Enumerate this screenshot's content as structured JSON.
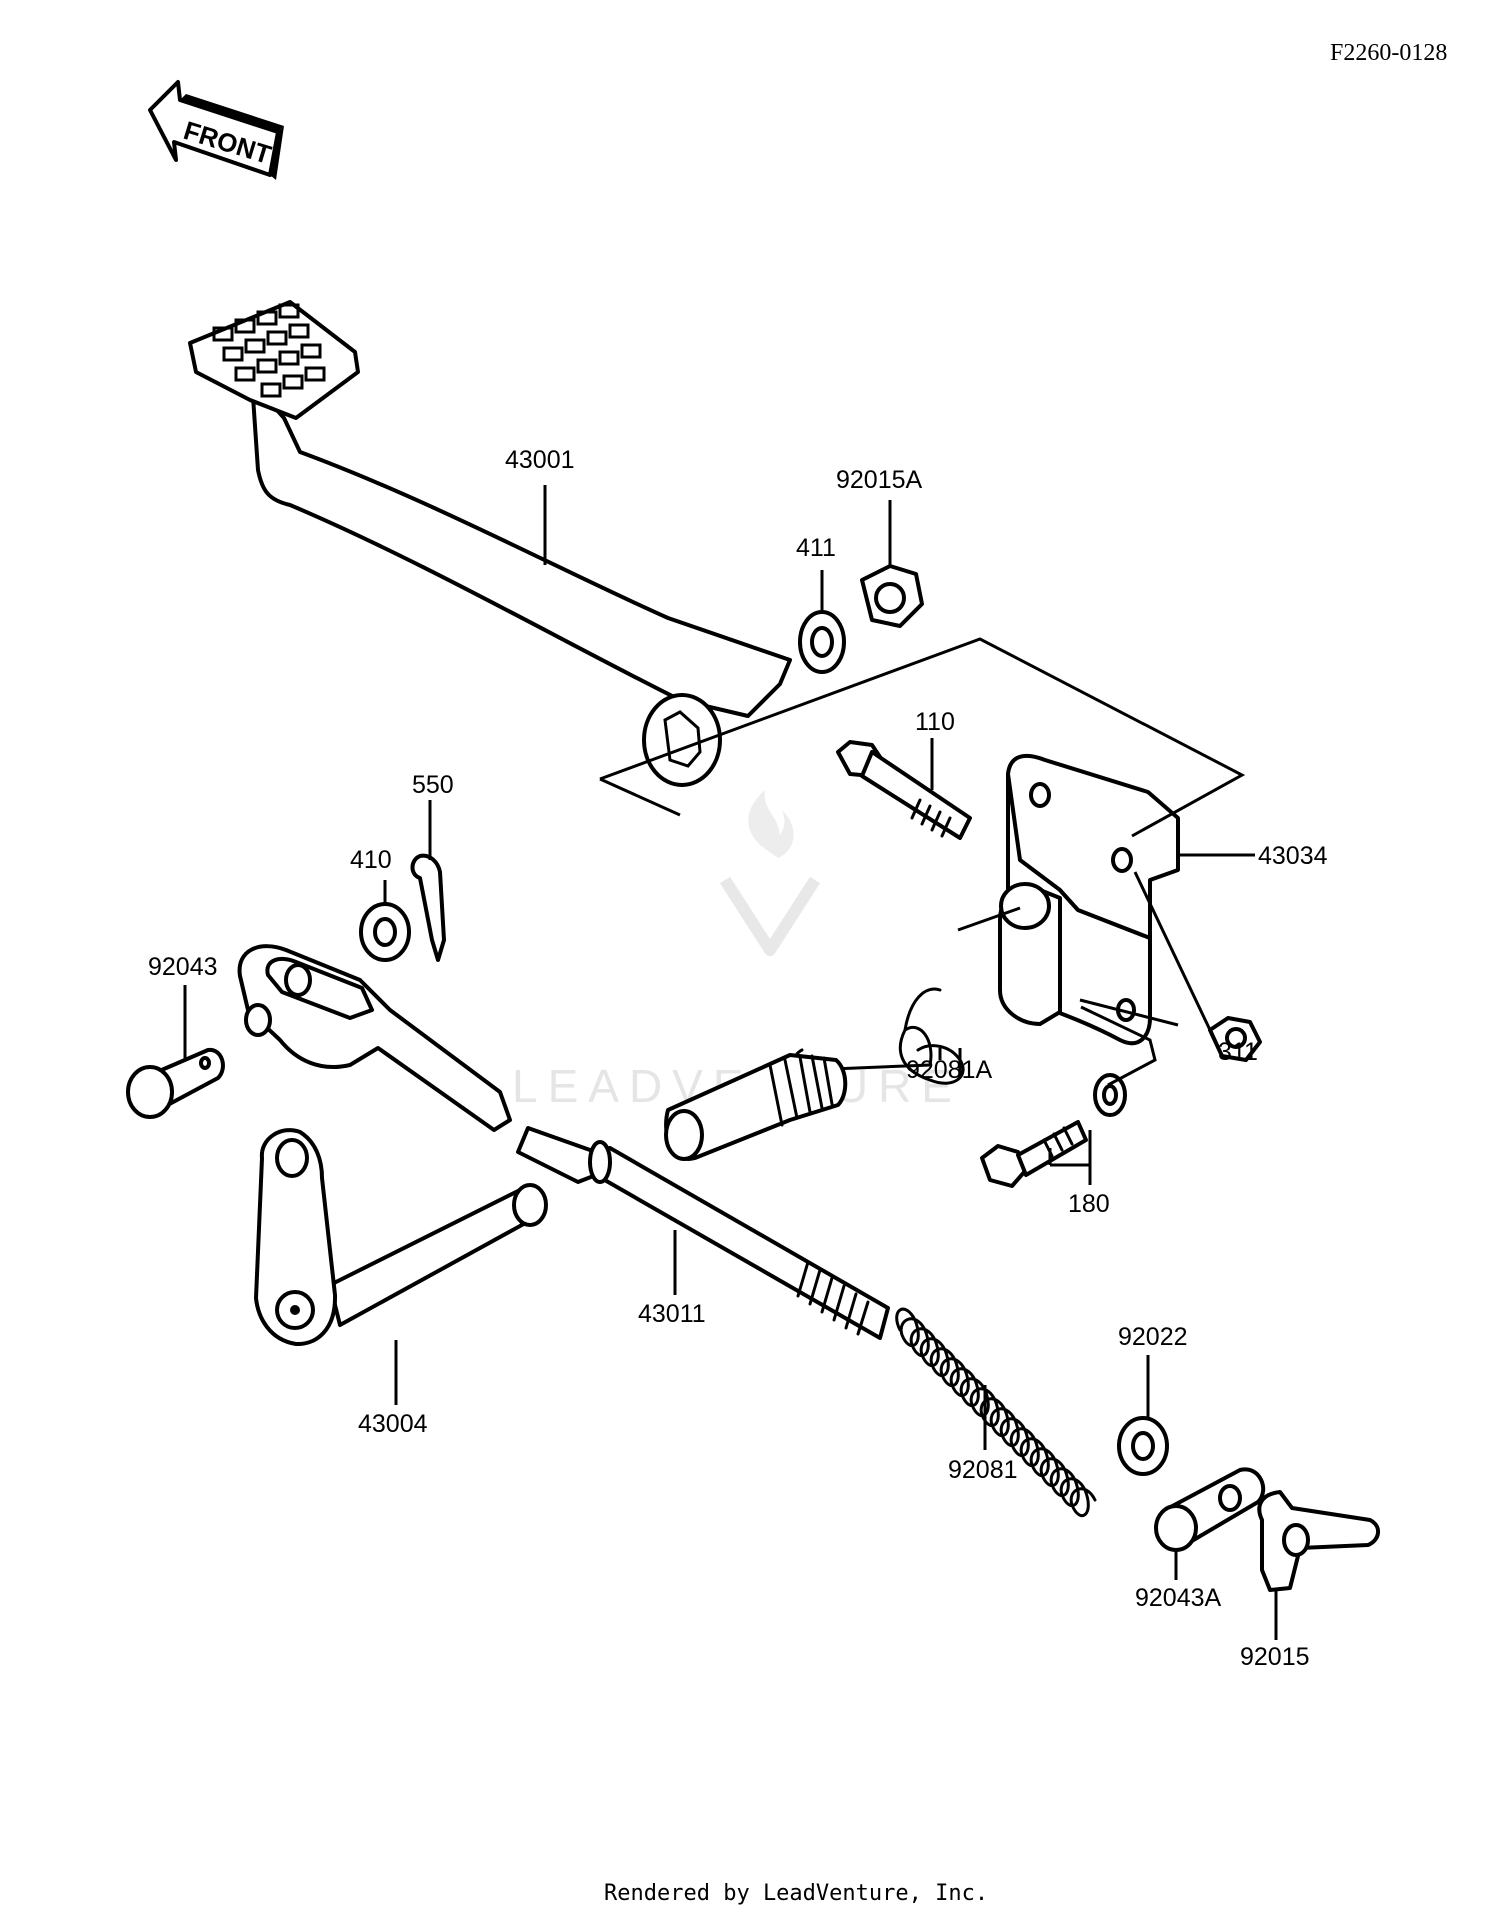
{
  "document_id": "F2260-0128",
  "front_label": "FRONT",
  "watermark": "LEADVENTURE",
  "footer": "Rendered by LeadVenture, Inc.",
  "parts": [
    {
      "label": "43001"
    },
    {
      "label": "92015A"
    },
    {
      "label": "411"
    },
    {
      "label": "110"
    },
    {
      "label": "43034"
    },
    {
      "label": "550"
    },
    {
      "label": "410"
    },
    {
      "label": "92043"
    },
    {
      "label": "92081A"
    },
    {
      "label": "311"
    },
    {
      "label": "180"
    },
    {
      "label": "43011"
    },
    {
      "label": "43004"
    },
    {
      "label": "92022"
    },
    {
      "label": "92081"
    },
    {
      "label": "92043A"
    },
    {
      "label": "92015"
    }
  ]
}
